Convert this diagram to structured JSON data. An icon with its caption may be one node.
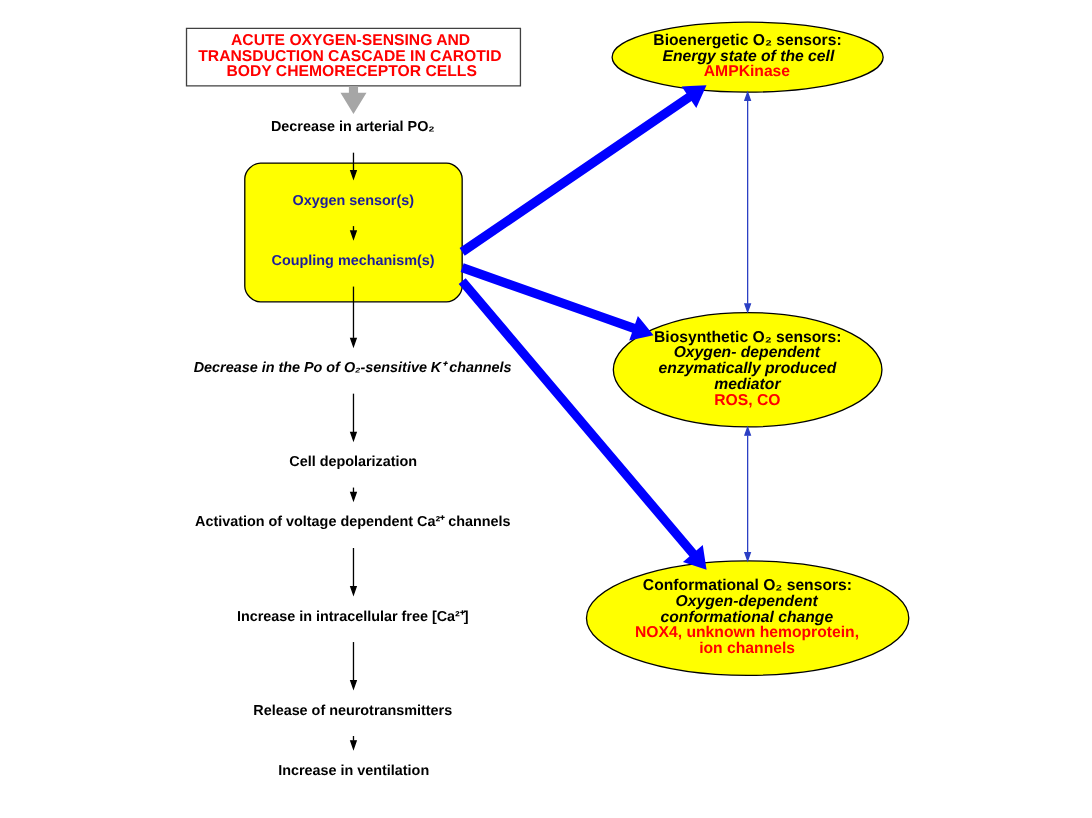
{
  "diagram": {
    "nodes": [
      {
        "text": [
          "ACUTE OXYGEN-SENSING AND TRANSDUCTION CASCADE IN CAROTID BODY CHEMORECEPTOR CELLS"
        ]
      },
      {
        "text": [
          "Decrease in arterial PO₂"
        ]
      },
      {
        "text": [],
        "shape": "ellipse"
      },
      {
        "text": [
          "Oxygen sensor(s)"
        ],
        "in": 2
      },
      {
        "text": [
          "Coupling mechanism(s)"
        ],
        "in": 2
      },
      {
        "text": [
          "Decrease in the Po of O₂-sensitive K⁺ channels"
        ]
      },
      {
        "text": [
          "Cell depolarization"
        ]
      },
      {
        "text": [
          "Activation of voltage dependent Ca²⁺ channels"
        ]
      },
      {
        "text": [
          "Increase in intracellular free [Ca²⁺]"
        ]
      },
      {
        "text": [
          "Release of neurotransmitters"
        ]
      },
      {
        "text": [
          "Increase in ventilation"
        ]
      },
      {
        "text": [
          "Bioenergetic O₂ sensors:",
          "Energy state of the cell",
          "AMPKinase"
        ]
      },
      {
        "text": [
          "Biosynthetic O₂ sensors:",
          "Oxygen- dependent enzymatically produced mediator",
          "ROS, CO"
        ]
      },
      {
        "text": [
          "Conformational O₂ sensors:",
          "Oxygen-dependent conformational change",
          "NOX4, unknown hemoprotein, ion channels"
        ]
      }
    ],
    "edges": [
      {
        "from": 0,
        "to": 1,
        "arrow": "to",
        "style": "thick",
        "color": "#a6a6a6"
      },
      {
        "from": 1,
        "to": 3,
        "arrow": "to"
      },
      {
        "from": 3,
        "to": 4,
        "arrow": "to"
      },
      {
        "from": 4,
        "to": 5,
        "arrow": "to"
      },
      {
        "from": 5,
        "to": 6,
        "arrow": "to"
      },
      {
        "from": 6,
        "to": 7,
        "arrow": "to"
      },
      {
        "from": 7,
        "to": 8,
        "arrow": "to"
      },
      {
        "from": 8,
        "to": 9,
        "arrow": "to"
      },
      {
        "from": 9,
        "to": 10,
        "arrow": "to"
      },
      {
        "from": 2,
        "to": 11,
        "arrow": "to",
        "style": "thick",
        "color": "#0000ff"
      },
      {
        "from": 2,
        "to": 12,
        "arrow": "to",
        "style": "thick",
        "color": "#0000ff"
      },
      {
        "from": 2,
        "to": 13,
        "arrow": "to",
        "style": "thick",
        "color": "#0000ff"
      },
      {
        "from": 11,
        "to": 12,
        "arrow": "both",
        "color": "#2b3fc4"
      },
      {
        "from": 12,
        "to": 13,
        "arrow": "both",
        "color": "#2b3fc4"
      }
    ]
  }
}
